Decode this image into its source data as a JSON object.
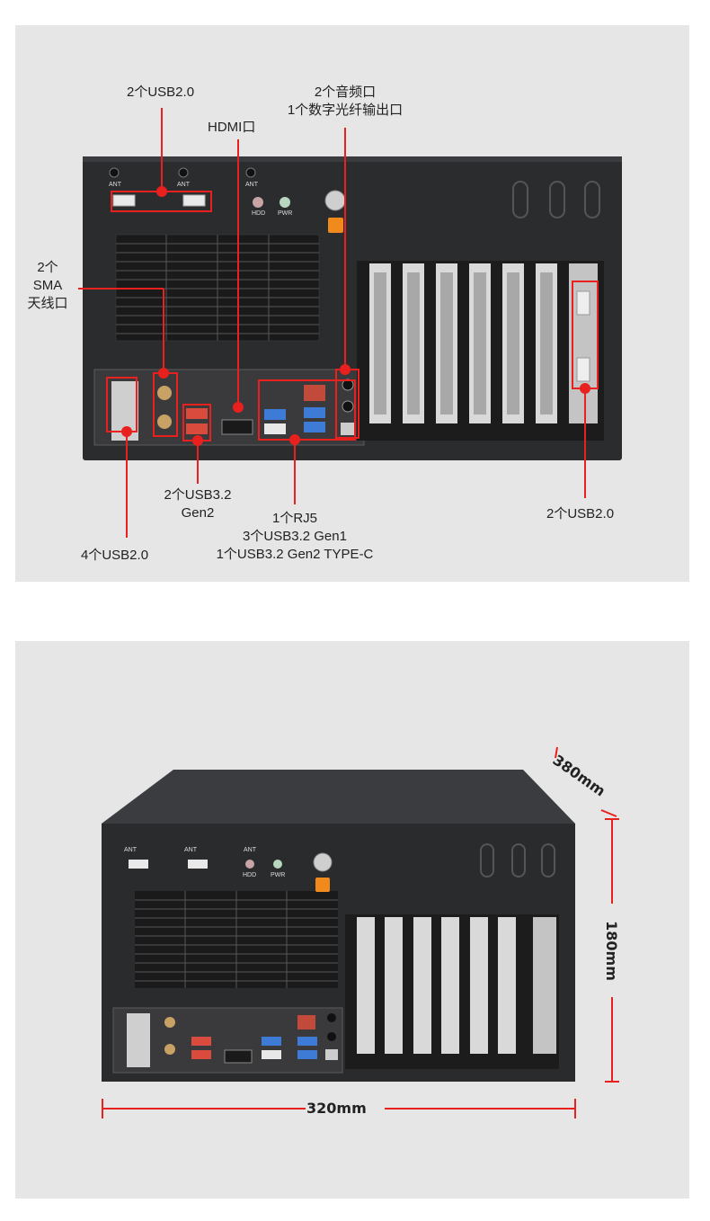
{
  "top_panel": {
    "device_labels": {
      "ant": "ANT",
      "hdd": "HDD",
      "pwr": "PWR"
    },
    "callouts": {
      "front_usb": "2个USB2.0",
      "hdmi": "HDMI口",
      "audio": [
        "2个音频口",
        "1个数字光纤输出口"
      ],
      "sma": [
        "2个",
        "SMA",
        "天线口"
      ],
      "usb32_gen2": [
        "2个USB3.2",
        "Gen2"
      ],
      "rj45_usb": [
        "1个RJ5",
        "3个USB3.2 Gen1",
        "1个USB3.2 Gen2 TYPE-C"
      ],
      "rear_usb4": "4个USB2.0",
      "expansion_usb": "2个USB2.0"
    },
    "accent_color": "#e8201e"
  },
  "bottom_panel": {
    "device_labels": {
      "ant": "ANT",
      "hdd": "HDD",
      "pwr": "PWR"
    },
    "dimensions": {
      "depth": "380mm",
      "height": "180mm",
      "width": "320mm"
    }
  }
}
